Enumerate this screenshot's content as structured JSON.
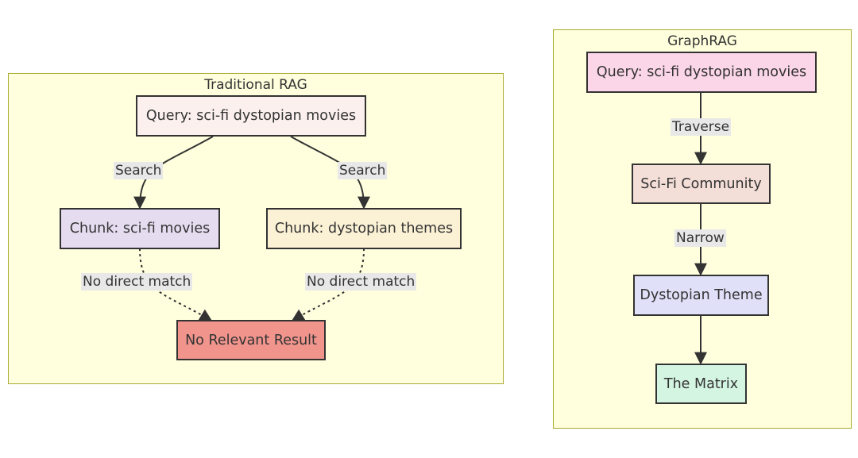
{
  "traditional": {
    "title": "Traditional RAG",
    "query": "Query: sci-fi dystopian movies",
    "chunk_scifi": "Chunk: sci-fi movies",
    "chunk_dystopian": "Chunk: dystopian themes",
    "result": "No Relevant Result",
    "edge_search_left": "Search",
    "edge_search_right": "Search",
    "edge_nomatch_left": "No direct match",
    "edge_nomatch_right": "No direct match"
  },
  "graphrag": {
    "title": "GraphRAG",
    "query": "Query: sci-fi dystopian movies",
    "community": "Sci-Fi Community",
    "theme": "Dystopian Theme",
    "result": "The Matrix",
    "edge_traverse": "Traverse",
    "edge_narrow": "Narrow"
  },
  "colors": {
    "cluster_fill": "#ffffde",
    "cluster_border": "#aaaa33",
    "query_trad": "#fbf0ee",
    "chunk_scifi": "#e6dcf0",
    "chunk_dystopian": "#fbf1d5",
    "no_result": "#f0948c",
    "query_graph": "#fbd5e8",
    "community": "#f4ded8",
    "theme": "#e0e0f8",
    "matrix": "#d4f5e2",
    "edge": "#333333",
    "edge_label_bg": "#e8e8e8"
  }
}
